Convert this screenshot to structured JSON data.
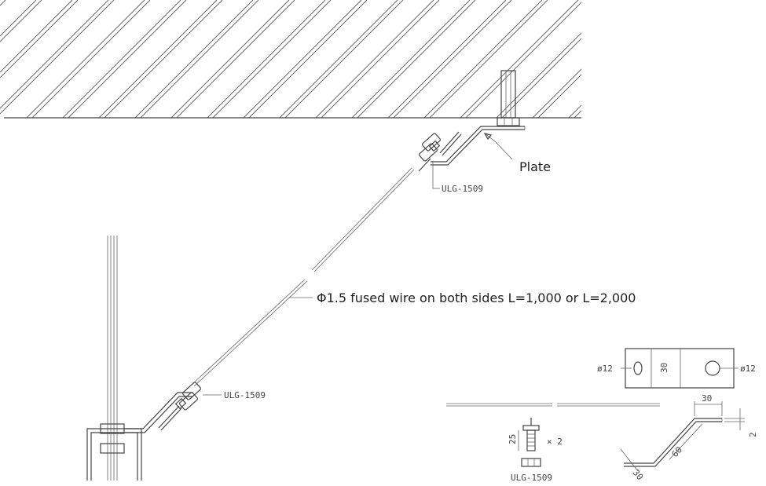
{
  "labels": {
    "plate": "Plate",
    "wire": "Φ1.5 fused wire on both sides L=1,000 or L=2,000",
    "clamp_upper": "ULG-1509",
    "clamp_lower": "ULG-1509",
    "clamp_detail": "ULG-1509"
  },
  "detail": {
    "hole_left": "ø12",
    "hole_right": "ø12",
    "plate_height": "30",
    "bend_top": "30",
    "bend_side": "30",
    "bend_diag": "60",
    "thickness": "2",
    "bolt_length": "25",
    "quantity": "× 2"
  }
}
